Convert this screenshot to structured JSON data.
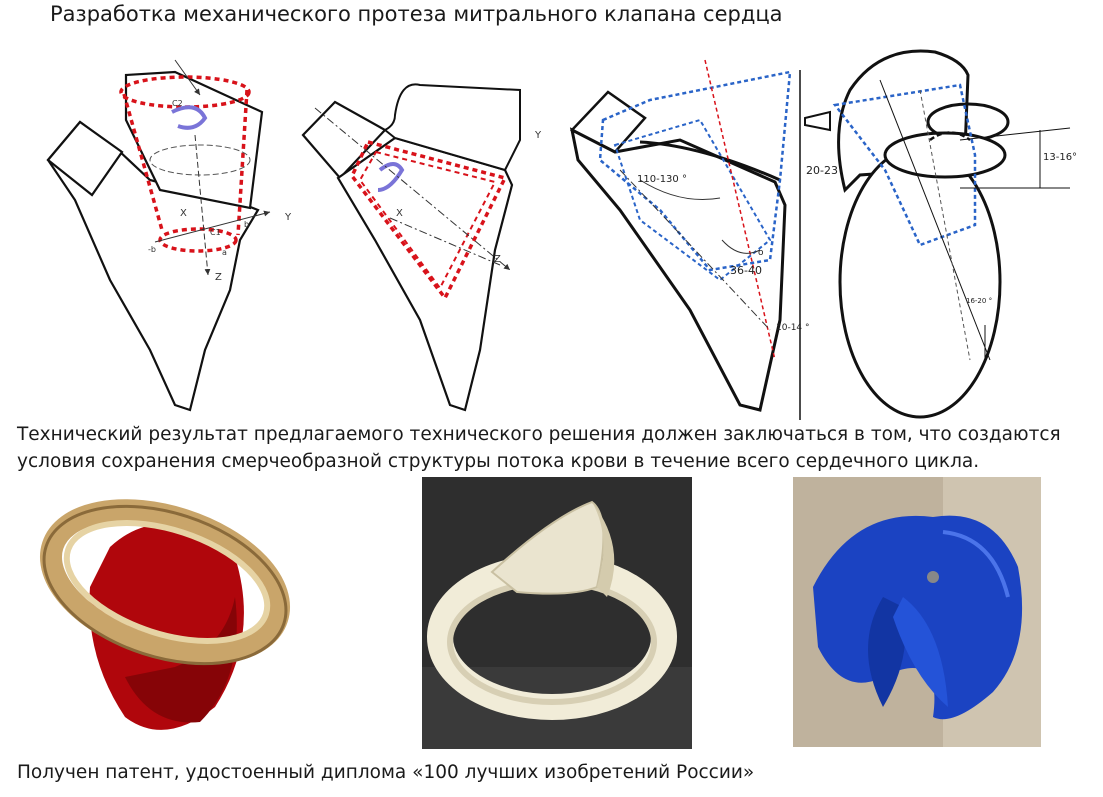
{
  "header": {
    "title": "Разработка механического протеза митрального клапана сердца"
  },
  "diagram_labels": {
    "fig1": {
      "axis_x": "X",
      "axis_y": "Y",
      "axis_z": "Z",
      "c1": "C1",
      "c2": "C2",
      "a": "a",
      "b": "b",
      "neg_b": "-b"
    },
    "fig2": {
      "axis_x": "X",
      "axis_y": "Y",
      "axis_z": "Z"
    },
    "fig3": {
      "angle_a": "110-130 °",
      "angle_b": "20-23°",
      "angle_c": "36-40",
      "angle_d": "10-14 °",
      "degree": "о"
    },
    "fig4": {
      "angle_a": "13-16°",
      "angle_b": "16-20 °"
    }
  },
  "body": {
    "result_text": "Технический результат предлагаемого технического решения должен заключаться в том, что создаются условия сохранения смерчеобразной структуры потока крови в течение всего сердечного цикла."
  },
  "footer": {
    "patent_text": "Получен патент, удостоенный диплома «100 лучших изобретений России»"
  },
  "colors": {
    "red_dashed": "#d8121a",
    "blue_dashed": "#2a64c8",
    "gold_ring": "#c9a56a",
    "red_leaflet": "#b0060c",
    "ivory": "#f1ecd8",
    "blue_print": "#1b43c2"
  }
}
